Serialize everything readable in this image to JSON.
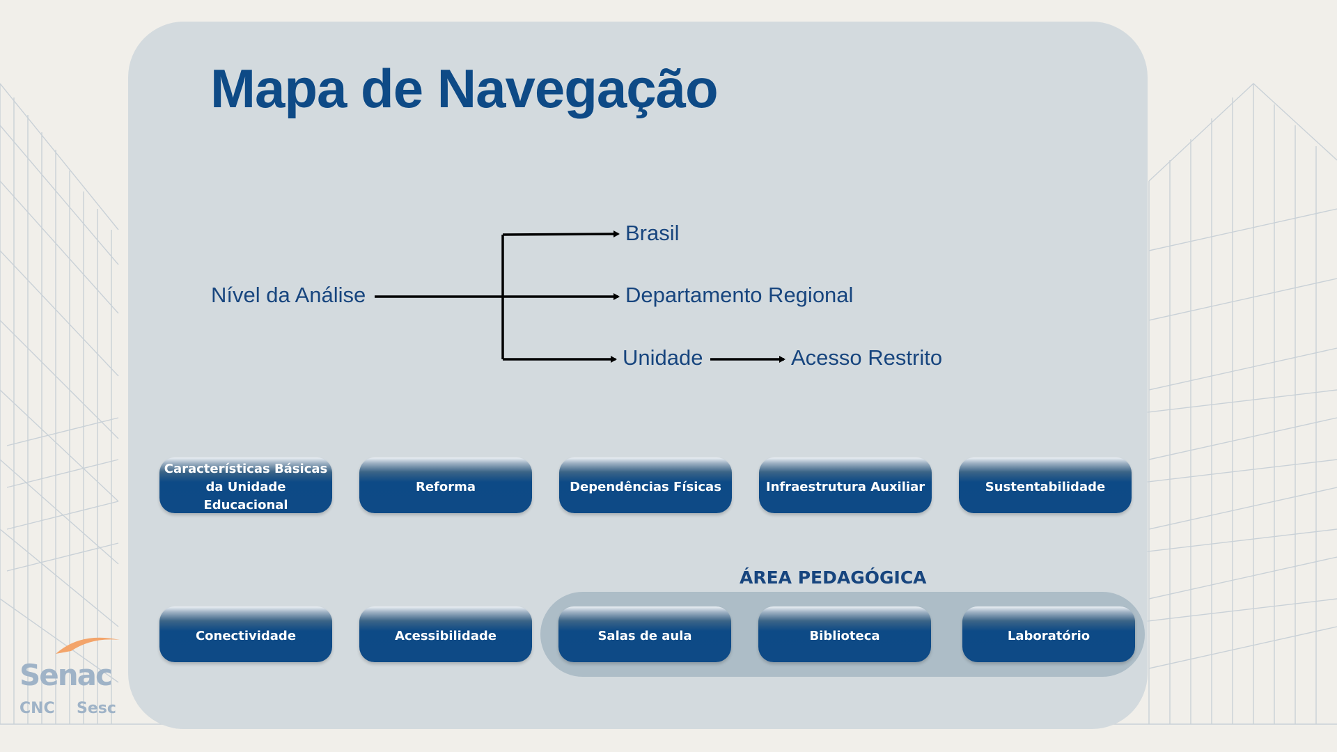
{
  "title": "Mapa de Navegação",
  "flow": {
    "root": "Nível da Análise",
    "branches": [
      "Brasil",
      "Departamento Regional",
      "Unidade"
    ],
    "restricted": "Acesso Restrito"
  },
  "buttons_row1": [
    "Características Básicas\nda Unidade Educacional",
    "Reforma",
    "Dependências Físicas",
    "Infraestrutura Auxiliar",
    "Sustentabilidade"
  ],
  "buttons_row2": [
    "Conectividade",
    "Acessibilidade",
    "Salas de aula",
    "Biblioteca",
    "Laboratório"
  ],
  "pedagogic_area_label": "ÁREA PEDAGÓGICA",
  "logo": {
    "brand": "Senac",
    "sub1": "CNC",
    "sub2": "Sesc"
  },
  "colors": {
    "primary": "#0e4a86",
    "text_blue": "#17457e",
    "panel": "#d3dade",
    "background": "#f1efea",
    "logo_orange": "#f3a46a",
    "logo_gray": "#9fb3c7"
  }
}
